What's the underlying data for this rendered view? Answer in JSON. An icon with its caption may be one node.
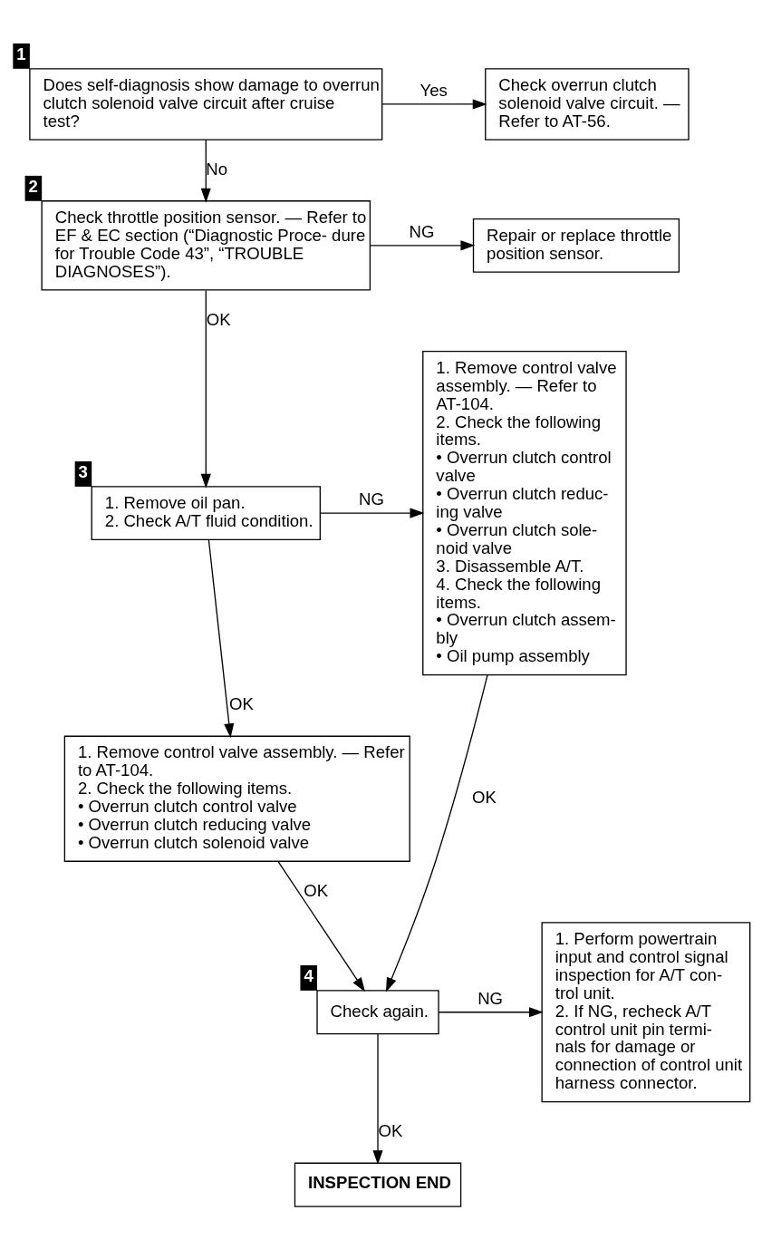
{
  "diagram": {
    "nodes": [
      {
        "text": [
          "Does self-diagnosis show damage to overrun clutch solenoid valve circuit after cruise test?"
        ],
        "beside": [
          "1"
        ]
      },
      {
        "text": [
          "Check overrun clutch solenoid valve circuit. — Refer to AT-56."
        ]
      },
      {
        "text": [
          "Check throttle position sensor. — Refer to EF & EC section (“Diagnostic Proce- dure for Trouble Code 43”, “TROUBLE DIAGNOSES”)."
        ],
        "beside": [
          "2"
        ]
      },
      {
        "text": [
          "Repair or replace throttle position sensor."
        ]
      },
      {
        "text": [
          "1. Remove oil pan.",
          "2. Check A/T fluid condition."
        ],
        "beside": [
          "3"
        ]
      },
      {
        "text": [
          "1. Remove control valve assembly. — Refer to AT-104.",
          "2. Check the following items.",
          "• Overrun clutch control valve",
          "• Overrun clutch reduc- ing valve",
          "• Overrun clutch sole- noid valve",
          "3. Disassemble A/T.",
          "4. Check the following items.",
          "• Overrun clutch assem- bly",
          "• Oil pump assembly"
        ]
      },
      {
        "text": [
          "1. Remove control valve assembly. — Refer to AT-104.",
          "2. Check the following items.",
          "• Overrun clutch control valve",
          "• Overrun clutch reducing valve",
          "• Overrun clutch solenoid valve"
        ]
      },
      {
        "text": [
          "Check again."
        ],
        "beside": [
          "4"
        ]
      },
      {
        "text": [
          "1. Perform powertrain input and control signal inspection for A/T con- trol unit.",
          "2. If NG, recheck A/T control unit pin termi- nals for damage or connection of control unit harness connector."
        ]
      },
      {
        "text": [
          "INSPECTION END"
        ]
      }
    ],
    "edges": [
      {
        "from": 0,
        "to": 1,
        "arrow": "to",
        "label": "Yes"
      },
      {
        "from": 0,
        "to": 2,
        "arrow": "to",
        "label": "No"
      },
      {
        "from": 2,
        "to": 3,
        "arrow": "to",
        "label": "NG"
      },
      {
        "from": 2,
        "to": 4,
        "arrow": "to",
        "label": "OK"
      },
      {
        "from": 4,
        "to": 5,
        "arrow": "to",
        "label": "NG"
      },
      {
        "from": 4,
        "to": 6,
        "arrow": "to",
        "label": "OK"
      },
      {
        "from": 6,
        "to": 7,
        "arrow": "to",
        "label": "OK"
      },
      {
        "from": 5,
        "to": 7,
        "arrow": "to",
        "label": "OK"
      },
      {
        "from": 7,
        "to": 8,
        "arrow": "to",
        "label": "NG"
      },
      {
        "from": 7,
        "to": 9,
        "arrow": "to",
        "label": "OK"
      }
    ]
  }
}
